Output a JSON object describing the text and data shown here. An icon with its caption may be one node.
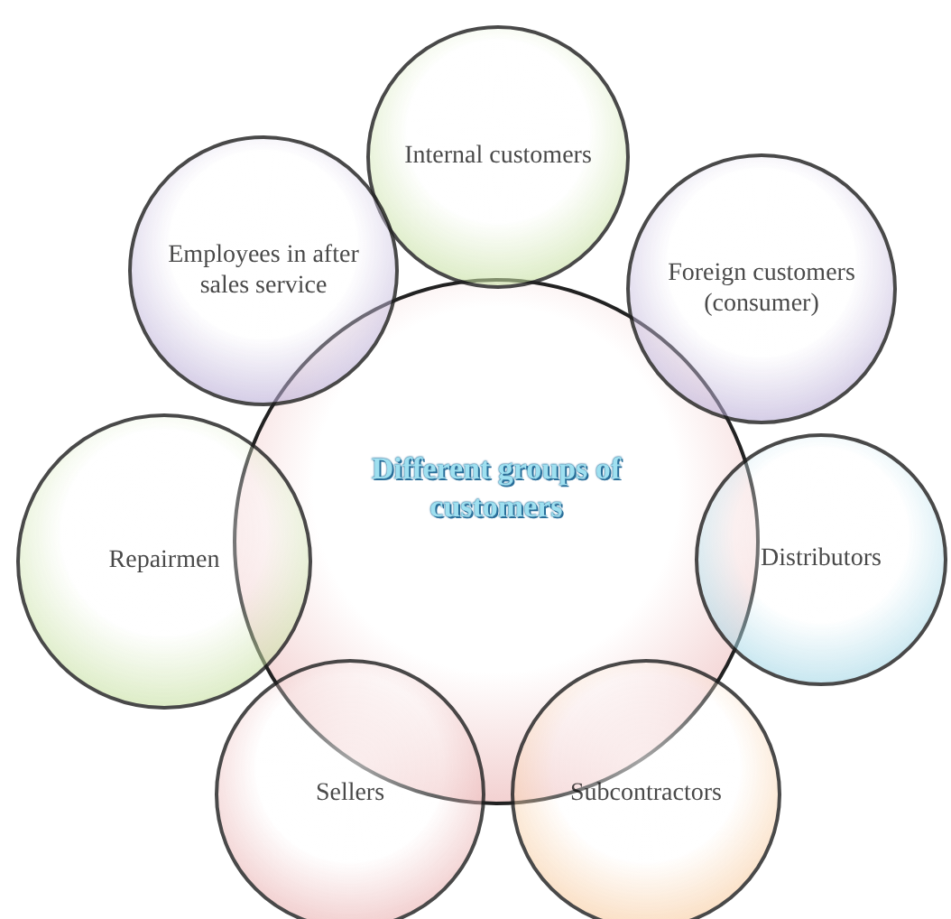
{
  "diagram": {
    "nodes": [
      {
        "text": [
          "Internal customers"
        ]
      },
      {
        "text": [
          "Employees in after sales service"
        ]
      },
      {
        "text": [
          "Foreign customers (consumer)"
        ]
      },
      {
        "text": [
          "Different groups of customers"
        ]
      },
      {
        "text": [
          "Repairmen"
        ]
      },
      {
        "text": [
          "Distributors"
        ]
      },
      {
        "text": [
          "Sellers"
        ]
      },
      {
        "text": [
          "Subcontractors"
        ]
      }
    ]
  }
}
